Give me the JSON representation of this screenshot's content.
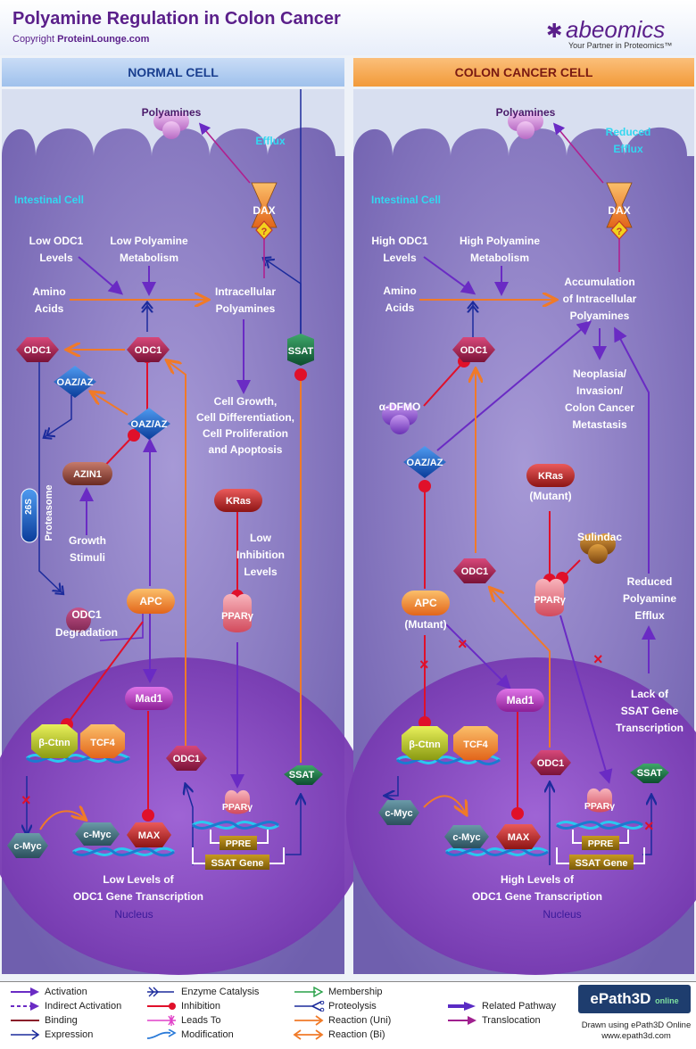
{
  "header": {
    "title": "Polyamine Regulation in Colon Cancer",
    "copyright_prefix": "Copyright ",
    "copyright_site": "ProteinLounge.com",
    "logo": "abeomics",
    "tagline": "Your Partner in Proteomics™"
  },
  "panels": {
    "normal": {
      "header": "NORMAL CELL",
      "polyamines": "Polyamines",
      "efflux": "Efflux",
      "intestinal_cell": "Intestinal Cell",
      "dax": "DAX",
      "dax_q": "?",
      "odc1_levels": [
        "Low ODC1",
        "Levels"
      ],
      "polyamine_metabolism": [
        "Low Polyamine",
        "Metabolism"
      ],
      "amino_acids": [
        "Amino",
        "Acids"
      ],
      "intracellular_polyamines": [
        "Intracellular",
        "Polyamines"
      ],
      "ssat": "SSAT",
      "odc1": "ODC1",
      "odc1_left": "ODC1",
      "oaz_az_top": "OAZ/AZ",
      "oaz_az": "OAZ/AZ",
      "azin1": "AZIN1",
      "growth_stimuli": [
        "Growth",
        "Stimuli"
      ],
      "proteasome_26s": "26S",
      "proteasome": "Proteasome",
      "odc1_degradation": [
        "ODC1",
        "Degradation"
      ],
      "cell_growth": [
        "Cell Growth,",
        "Cell Differentiation,",
        "Cell Proliferation",
        "and Apoptosis"
      ],
      "kras": "KRas",
      "low_inhibition": [
        "Low",
        "Inhibition",
        "Levels"
      ],
      "ppar": "PPARγ",
      "apc": "APC",
      "mad1": "Mad1",
      "b_ctnn": "β-Ctnn",
      "tcf4": "TCF4",
      "odc1_nuc": "ODC1",
      "ssat_nuc": "SSAT",
      "c_myc_left": "c-Myc",
      "c_myc": "c-Myc",
      "max": "MAX",
      "ppar_nuc": "PPARγ",
      "ppre": "PPRE",
      "ssat_gene": "SSAT Gene",
      "transcription": [
        "Low Levels of",
        "ODC1 Gene Transcription"
      ],
      "nucleus": "Nucleus"
    },
    "cancer": {
      "header": "COLON CANCER CELL",
      "polyamines": "Polyamines",
      "efflux": [
        "Reduced",
        "Efflux"
      ],
      "intestinal_cell": "Intestinal Cell",
      "dax": "DAX",
      "dax_q": "?",
      "odc1_levels": [
        "High ODC1",
        "Levels"
      ],
      "polyamine_metabolism": [
        "High Polyamine",
        "Metabolism"
      ],
      "amino_acids": [
        "Amino",
        "Acids"
      ],
      "intracellular_polyamines": [
        "Accumulation",
        "of Intracellular",
        "Polyamines"
      ],
      "odc1": "ODC1",
      "dfmo": "α-DFMO",
      "neoplasia": [
        "Neoplasia/",
        "Invasion/",
        "Colon Cancer",
        "Metastasis"
      ],
      "oaz_az": "OAZ/AZ",
      "kras": "KRas",
      "kras_mutant": "(Mutant)",
      "sulindac": "Sulindac",
      "odc1_mid": "ODC1",
      "ppar": "PPARγ",
      "reduced_efflux": [
        "Reduced",
        "Polyamine",
        "Efflux"
      ],
      "apc": "APC",
      "apc_mutant": "(Mutant)",
      "mad1": "Mad1",
      "lack_ssat": [
        "Lack of",
        "SSAT Gene",
        "Transcription"
      ],
      "b_ctnn": "β-Ctnn",
      "tcf4": "TCF4",
      "odc1_nuc": "ODC1",
      "ssat_nuc": "SSAT",
      "c_myc_left": "c-Myc",
      "c_myc": "c-Myc",
      "max": "MAX",
      "ppar_nuc": "PPARγ",
      "ppre": "PPRE",
      "ssat_gene": "SSAT Gene",
      "transcription": [
        "High Levels of",
        "ODC1 Gene Transcription"
      ],
      "nucleus": "Nucleus"
    }
  },
  "legend": {
    "items": [
      {
        "label": "Activation",
        "icon": "activation-arrow-icon"
      },
      {
        "label": "Indirect Activation",
        "icon": "indirect-activation-icon"
      },
      {
        "label": "Binding",
        "icon": "binding-line-icon"
      },
      {
        "label": "Expression",
        "icon": "expression-arrow-icon"
      },
      {
        "label": "Enzyme Catalysis",
        "icon": "enzyme-catalysis-icon"
      },
      {
        "label": "Inhibition",
        "icon": "inhibition-icon"
      },
      {
        "label": "Leads To",
        "icon": "leads-to-icon"
      },
      {
        "label": "Modification",
        "icon": "modification-icon"
      },
      {
        "label": "Membership",
        "icon": "membership-arrow-icon"
      },
      {
        "label": "Proteolysis",
        "icon": "proteolysis-icon"
      },
      {
        "label": "Reaction (Uni)",
        "icon": "reaction-uni-icon"
      },
      {
        "label": "Reaction (Bi)",
        "icon": "reaction-bi-icon"
      },
      {
        "label": "Related Pathway",
        "icon": "related-pathway-icon"
      },
      {
        "label": "Translocation",
        "icon": "translocation-icon"
      }
    ],
    "epath_brand": "ePath3D",
    "epath_online": "online",
    "epath_caption": [
      "Drawn using ePath3D Online",
      "www.epath3d.com"
    ]
  },
  "colors": {
    "activation": "#6a2bc4",
    "inhibition": "#e0102a",
    "reaction": "#f07a28",
    "expression": "#1c2b9c",
    "cell_bg": "#8876c2",
    "nucleus": "#7c3fb8",
    "label_cyan": "#33d7f0"
  }
}
